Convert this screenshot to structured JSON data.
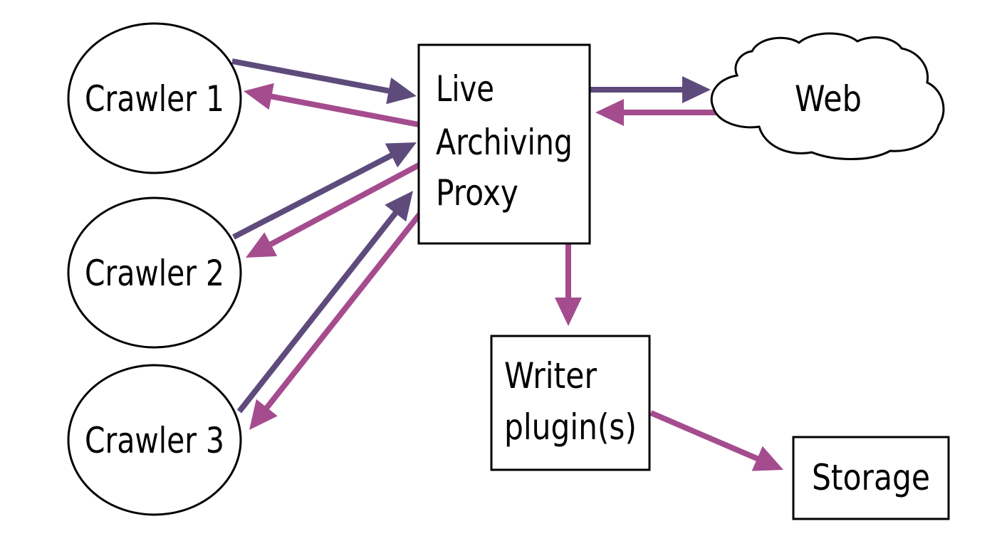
{
  "nodes": {
    "crawler1": {
      "label": "Crawler 1"
    },
    "crawler2": {
      "label": "Crawler 2"
    },
    "crawler3": {
      "label": "Crawler 3"
    },
    "proxy": {
      "lines": [
        "Live",
        "Archiving",
        "Proxy"
      ]
    },
    "web": {
      "label": "Web"
    },
    "writer": {
      "lines": [
        "Writer",
        "plugin(s)"
      ]
    },
    "storage": {
      "label": "Storage"
    }
  },
  "colors": {
    "request": "#5e4b7c",
    "response": "#a44c8e",
    "outline": "#000000"
  },
  "edges": [
    {
      "from": "crawler1",
      "to": "proxy",
      "kind": "request"
    },
    {
      "from": "proxy",
      "to": "crawler1",
      "kind": "response"
    },
    {
      "from": "crawler2",
      "to": "proxy",
      "kind": "request"
    },
    {
      "from": "proxy",
      "to": "crawler2",
      "kind": "response"
    },
    {
      "from": "crawler3",
      "to": "proxy",
      "kind": "request"
    },
    {
      "from": "proxy",
      "to": "crawler3",
      "kind": "response"
    },
    {
      "from": "proxy",
      "to": "web",
      "kind": "request"
    },
    {
      "from": "web",
      "to": "proxy",
      "kind": "response"
    },
    {
      "from": "proxy",
      "to": "writer",
      "kind": "response"
    },
    {
      "from": "writer",
      "to": "storage",
      "kind": "response"
    }
  ]
}
